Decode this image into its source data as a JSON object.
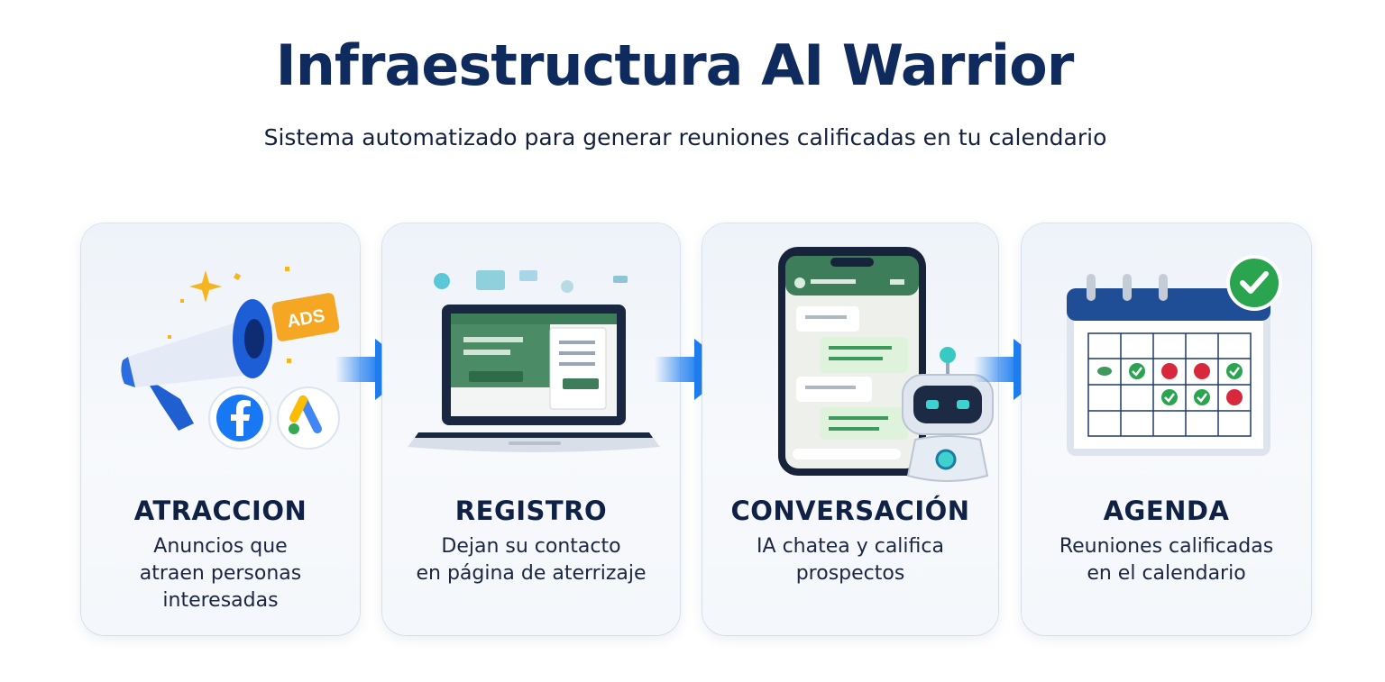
{
  "header": {
    "title": "Infraestructura AI Warrior",
    "subtitle": "Sistema automatizado para generar reuniones calificadas en tu calendario"
  },
  "steps": [
    {
      "title": "ATRACCION",
      "desc": [
        "Anuncios que",
        "atraen personas",
        "interesadas"
      ],
      "badge": "ADS",
      "icons": [
        "megaphone-icon",
        "ads-badge-icon",
        "facebook-icon",
        "google-ads-icon",
        "sparkle-icon"
      ]
    },
    {
      "title": "REGISTRO",
      "desc": [
        "Dejan su contacto",
        "en página de aterrizaje"
      ],
      "icons": [
        "laptop-icon",
        "landing-page-icon"
      ]
    },
    {
      "title": "CONVERSACIÓN",
      "desc": [
        "IA chatea y califica",
        "prospectos"
      ],
      "icons": [
        "smartphone-icon",
        "chat-bubbles-icon",
        "robot-icon"
      ]
    },
    {
      "title": "AGENDA",
      "desc": [
        "Reuniones calificadas",
        "en el calendario"
      ],
      "icons": [
        "calendar-icon",
        "check-badge-icon"
      ]
    }
  ],
  "colors": {
    "title": "#0f2a5c",
    "accent_blue": "#1f7ef0",
    "whatsapp_green": "#3e7d5a",
    "ads_orange": "#f5a623",
    "check_green": "#2aa44f",
    "mark_red": "#d8283b"
  }
}
